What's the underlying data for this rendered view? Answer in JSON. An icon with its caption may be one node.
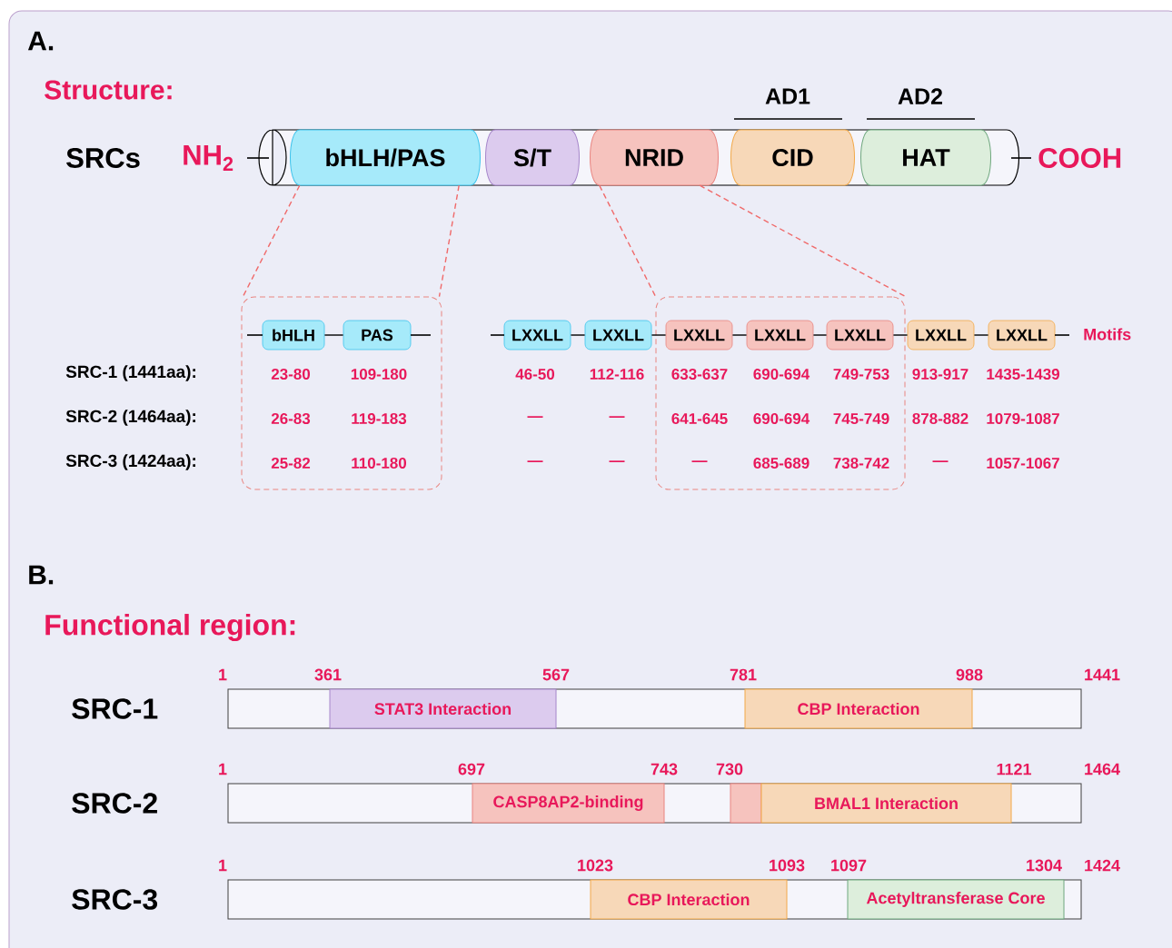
{
  "diagram": {
    "nodes": [
      {
        "text": [
          "bHLH/PAS"
        ]
      },
      {
        "text": [
          "S/T"
        ]
      },
      {
        "text": [
          "NRID"
        ]
      },
      {
        "text": [
          "CID"
        ]
      },
      {
        "text": [
          "HAT"
        ]
      },
      {
        "text": [],
        "shape": "box"
      },
      {
        "text": [
          "bHLH"
        ],
        "in": 5
      },
      {
        "text": [
          "PAS"
        ],
        "in": 5
      },
      {
        "text": [
          "LXXLL"
        ]
      },
      {
        "text": [
          "LXXLL"
        ]
      },
      {
        "text": [],
        "shape": "box"
      },
      {
        "text": [
          "LXXLL"
        ],
        "in": 10
      },
      {
        "text": [
          "LXXLL"
        ],
        "in": 10
      },
      {
        "text": [
          "LXXLL"
        ],
        "in": 10
      },
      {
        "text": [
          "LXXLL"
        ]
      },
      {
        "text": [
          "LXXLL"
        ]
      },
      {
        "text": [],
        "shape": "bar",
        "beside": [
          "SRC-1"
        ]
      },
      {
        "text": [
          "STAT3 Interaction"
        ],
        "in": 16
      },
      {
        "text": [
          "CBP Interaction"
        ],
        "in": 16
      },
      {
        "text": [],
        "shape": "bar",
        "beside": [
          "SRC-2"
        ]
      },
      {
        "text": [
          "CASP8AP2-binding"
        ],
        "in": 19
      },
      {
        "text": [],
        "shape": "box",
        "in": 19
      },
      {
        "text": [
          "BMAL1 Interaction"
        ],
        "in": 19
      },
      {
        "text": [],
        "shape": "bar",
        "beside": [
          "SRC-3"
        ]
      },
      {
        "text": [
          "CBP Interaction"
        ],
        "in": 23
      },
      {
        "text": [
          "Acetyltransferase Core"
        ],
        "in": 23
      }
    ],
    "edges": [
      {
        "from": 0,
        "to": 5,
        "arrow": "none",
        "style": "dashed",
        "color": "#f06a6a"
      },
      {
        "from": 0,
        "to": 5,
        "arrow": "none",
        "style": "dashed",
        "color": "#f06a6a"
      },
      {
        "from": 2,
        "to": 10,
        "arrow": "none",
        "style": "dashed",
        "color": "#f06a6a"
      },
      {
        "from": 2,
        "to": 10,
        "arrow": "none",
        "style": "dashed",
        "color": "#f06a6a"
      },
      {
        "from": 6,
        "to": 7,
        "arrow": "none"
      },
      {
        "from": 8,
        "to": 9,
        "arrow": "none"
      },
      {
        "from": 9,
        "to": 11,
        "arrow": "none"
      },
      {
        "from": 11,
        "to": 12,
        "arrow": "none"
      },
      {
        "from": 12,
        "to": 13,
        "arrow": "none"
      },
      {
        "from": 13,
        "to": 14,
        "arrow": "none"
      },
      {
        "from": 14,
        "to": 15,
        "arrow": "none"
      }
    ],
    "labels": [
      "A.",
      "Structure:",
      "AD1",
      "AD2",
      "SRCs",
      "NH$_{2}$",
      "COOH",
      "Motifs",
      "SRC-1 (1441aa):",
      "23-80",
      "109-180",
      "46-50",
      "112-116",
      "633-637",
      "690-694",
      "749-753",
      "913-917",
      "1435-1439",
      "SRC-2 (1464aa):",
      "26-83",
      "119-183",
      "—",
      "—",
      "641-645",
      "690-694",
      "745-749",
      "878-882",
      "1079-1087",
      "SRC-3 (1424aa):",
      "25-82",
      "110-180",
      "—",
      "—",
      "—",
      "685-689",
      "738-742",
      "—",
      "1057-1067",
      "B.",
      "Functional region:",
      "1",
      "361",
      "567",
      "781",
      "988",
      "1441",
      "1",
      "697",
      "743",
      "730",
      "1121",
      "1464",
      "1",
      "1023",
      "1093",
      "1097",
      "1304",
      "1424"
    ]
  }
}
